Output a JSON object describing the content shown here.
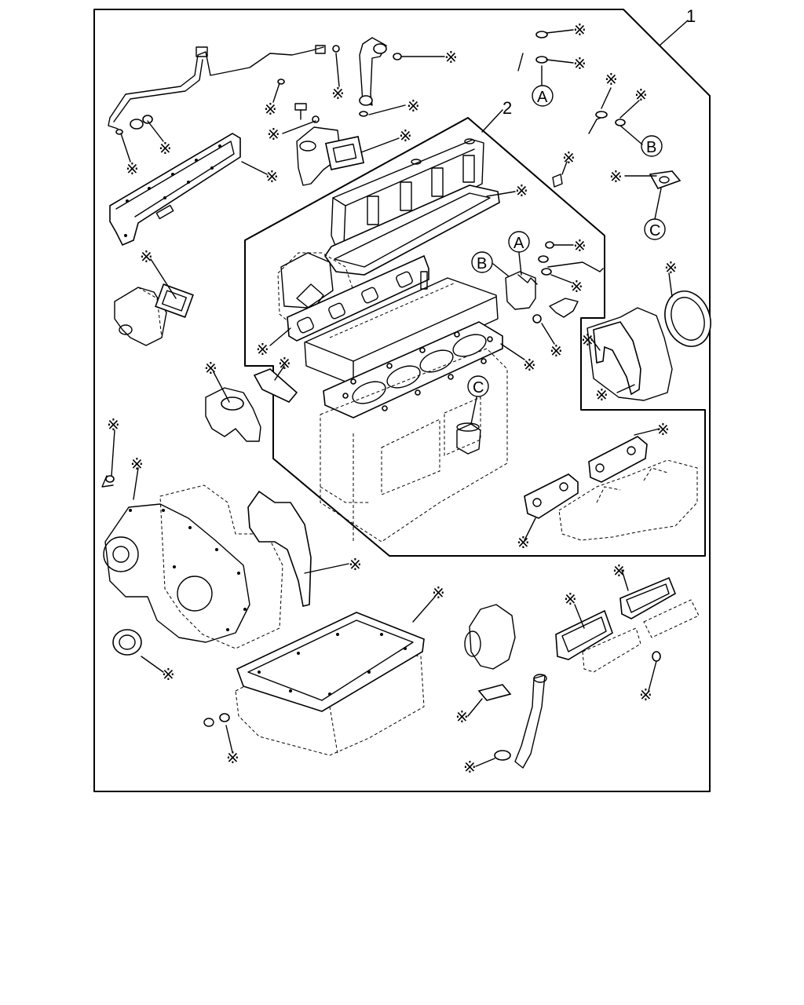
{
  "callouts": {
    "kit_number": "1",
    "subkit_number": "2",
    "ref_a": "A",
    "ref_b": "B",
    "ref_c": "C"
  },
  "marker": {
    "symbol": "※",
    "meaning": ""
  }
}
